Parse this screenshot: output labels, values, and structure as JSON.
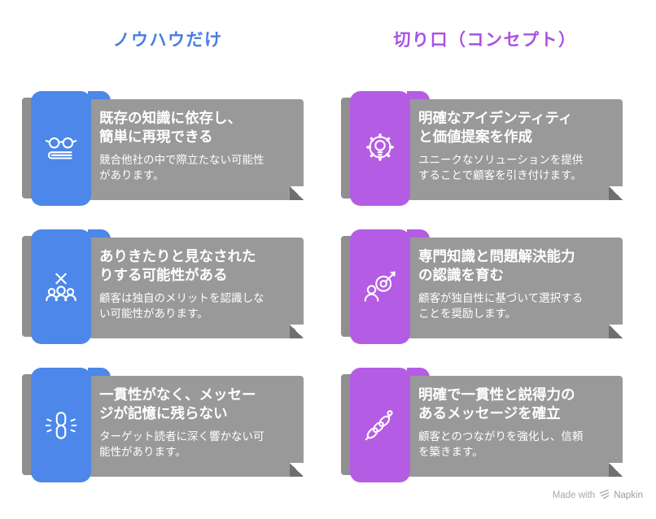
{
  "colors": {
    "left_accent": "#4c87e9",
    "right_accent": "#b55ce4",
    "left_header_text": "#4a7de4",
    "right_header_text": "#a951e3",
    "panel_gray": "#999999",
    "spine_gray": "#8f8f8f",
    "fold_gray": "#6f6f6f",
    "card_text": "#ffffff",
    "footer_text": "#a9a9a9",
    "background": "#ffffff"
  },
  "columns": [
    {
      "id": "knowhow",
      "header": "ノウハウだけ",
      "cards": [
        {
          "icon": "glasses-book-icon",
          "title": "既存の知識に依存し、\n簡単に再現できる",
          "description": "競合他社の中で際立たない可能性\nがあります。"
        },
        {
          "icon": "crossed-out-people-icon",
          "title": "ありきたりと見なされた\nりする可能性がある",
          "description": "顧客は独自のメリットを認識しな\nい可能性があります。"
        },
        {
          "icon": "broken-link-icon",
          "title": "一貫性がなく、メッセー\nジが記憶に残らない",
          "description": "ターゲット読者に深く響かない可\n能性があります。"
        }
      ]
    },
    {
      "id": "concept",
      "header": "切り口（コンセプト）",
      "cards": [
        {
          "icon": "gear-lightbulb-icon",
          "title": "明確なアイデンティティ\nと価値提案を作成",
          "description": "ユニークなソリューションを提供\nすることで顧客を引き付けます。"
        },
        {
          "icon": "target-person-icon",
          "title": "専門知識と問題解決能力\nの認識を育む",
          "description": "顧客が独自性に基づいて選択する\nことを奨励します。"
        },
        {
          "icon": "chain-links-icon",
          "title": "明確で一貫性と説得力の\nあるメッセージを確立",
          "description": "顧客とのつながりを強化し、信頼\nを築きます。"
        }
      ]
    }
  ],
  "footer": {
    "label": "Made with",
    "brand": "Napkin"
  }
}
